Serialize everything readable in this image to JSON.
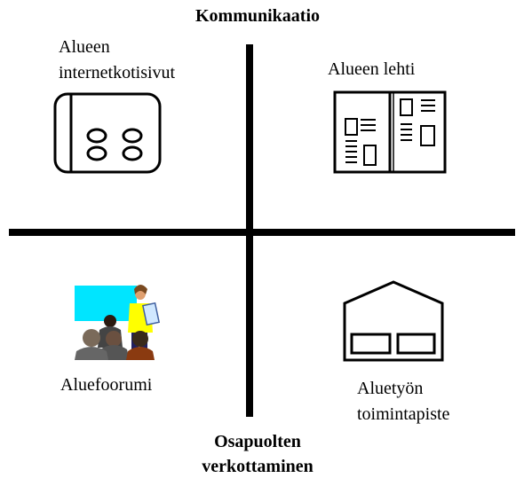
{
  "diagram": {
    "axis_top_label": "Kommunikaatio",
    "axis_bottom_label_line1": "Osapuolten",
    "axis_bottom_label_line2": "verkottaminen",
    "quadrants": [
      {
        "id": "top-left",
        "label_line1": "Alueen",
        "label_line2": "internetkotisivut",
        "icon": "website-phone-icon"
      },
      {
        "id": "top-right",
        "label_line1": "Alueen lehti",
        "icon": "newspaper-icon"
      },
      {
        "id": "bottom-left",
        "label_line1": "Aluefoorumi",
        "icon": "presentation-meeting-icon"
      },
      {
        "id": "bottom-right",
        "label_line1": "Aluetyön",
        "label_line2": "toimintapiste",
        "icon": "office-building-icon"
      }
    ],
    "colors": {
      "axis": "#000000",
      "board": "#00e5ff",
      "presenter_shirt": "#ffff00",
      "presenter_skin": "#e0a070",
      "audience_hair": "#3a2a1a",
      "audience_suit": "#555555"
    }
  }
}
